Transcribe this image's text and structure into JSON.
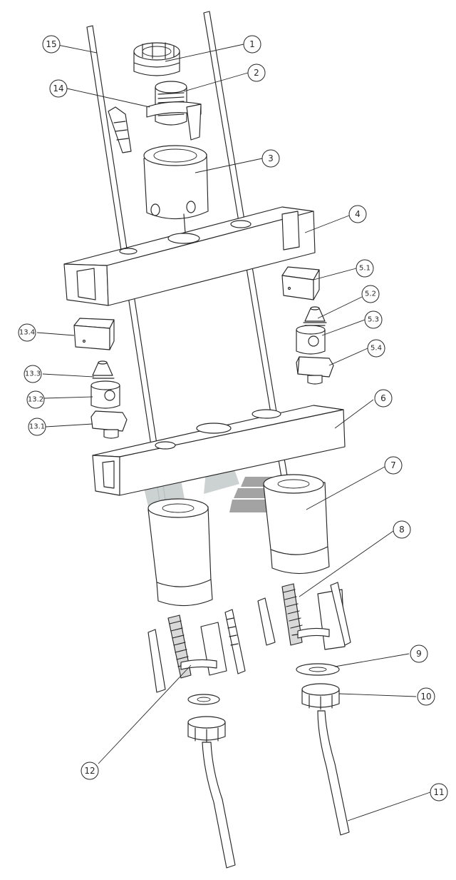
{
  "callouts": [
    {
      "id": "c1",
      "label": "1"
    },
    {
      "id": "c2",
      "label": "2"
    },
    {
      "id": "c3",
      "label": "3"
    },
    {
      "id": "c4",
      "label": "4"
    },
    {
      "id": "c5_1",
      "label": "5.1"
    },
    {
      "id": "c5_2",
      "label": "5.2"
    },
    {
      "id": "c5_3",
      "label": "5.3"
    },
    {
      "id": "c5_4",
      "label": "5.4"
    },
    {
      "id": "c6",
      "label": "6"
    },
    {
      "id": "c7",
      "label": "7"
    },
    {
      "id": "c8",
      "label": "8"
    },
    {
      "id": "c9",
      "label": "9"
    },
    {
      "id": "c10",
      "label": "10"
    },
    {
      "id": "c11",
      "label": "11"
    },
    {
      "id": "c12",
      "label": "12"
    },
    {
      "id": "c13_1",
      "label": "13.1"
    },
    {
      "id": "c13_2",
      "label": "13.2"
    },
    {
      "id": "c13_3",
      "label": "13.3"
    },
    {
      "id": "c13_4",
      "label": "13.4"
    },
    {
      "id": "c14",
      "label": "14"
    },
    {
      "id": "c15",
      "label": "15"
    }
  ],
  "colors": {
    "line": "#262626",
    "background": "#ffffff",
    "watermark": "#c7cdcd",
    "watermark_dark": "#9a9a9a"
  }
}
